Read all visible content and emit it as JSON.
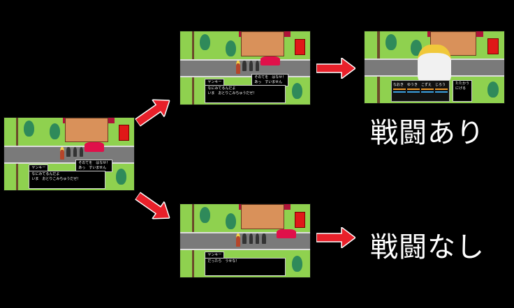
{
  "start_scene": {
    "speaker": "ヤンキー",
    "dialogue": "なにみてるんだよ\nいま　おとりこみちゅうだぜ！",
    "choices": [
      "そのてを　はなせ！",
      "あっ　すいません"
    ]
  },
  "branch_fight": {
    "speaker": "ヤンキー",
    "dialogue": "なにみてるんだよ\nいま　おとりこみちゅうだぜ！",
    "choices": [
      "そのてを　はなせ！",
      "あっ　すいません"
    ]
  },
  "battle_scene": {
    "party": [
      "なおき",
      "ゆうき",
      "こずえ",
      "じろう"
    ],
    "commands": [
      "たたかう",
      "にげる"
    ]
  },
  "branch_no_fight": {
    "speaker": "ヤンキー",
    "dialogue": "だったら　うせな！"
  },
  "labels": {
    "fight": "戦闘あり",
    "no_fight": "戦闘なし"
  },
  "colors": {
    "arrow": "#e8202a",
    "background": "#000000"
  }
}
